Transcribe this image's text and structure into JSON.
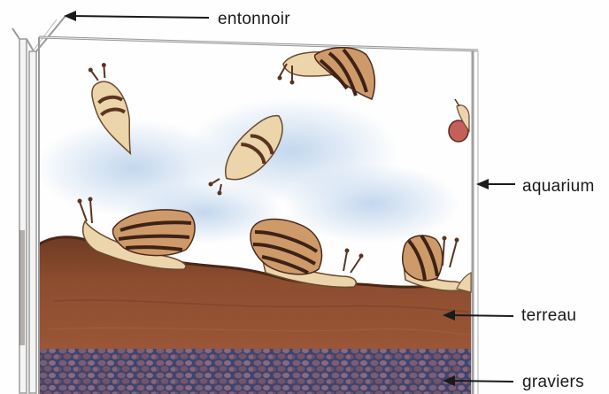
{
  "labels": {
    "funnel": "entonnoir",
    "aquarium": "aquarium",
    "soil": "terreau",
    "gravel": "graviers"
  },
  "colors": {
    "soil": "#8a4a2e",
    "soil_dark": "#5a2f1c",
    "gravel": "#4a4f7a",
    "gravel_pebble": "#7a5a6a",
    "snail_body": "#e9cfa4",
    "snail_shell": "#c48a5e",
    "snail_stripe": "#4a2a1c",
    "glass": "#d8d8d8",
    "sky_tint": "#cfe0f2",
    "ink": "#1a1a1a"
  },
  "icons": [
    "snail-icon",
    "slug-icon",
    "arrow-left-icon"
  ]
}
